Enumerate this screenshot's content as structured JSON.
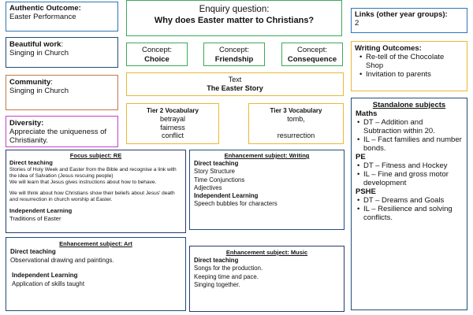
{
  "authentic_outcome": {
    "title": "Authentic Outcome",
    "value": "Easter Performance"
  },
  "enquiry": {
    "label": "Enquiry question:",
    "question": "Why does Easter matter to Christians?"
  },
  "links": {
    "title": "Links (other year groups):",
    "value": "2"
  },
  "beautiful_work": {
    "title": "Beautiful work",
    "value": "Singing in Church"
  },
  "concepts": [
    {
      "label": "Concept:",
      "value": "Choice"
    },
    {
      "label": "Concept:",
      "value": "Friendship"
    },
    {
      "label": "Concept:",
      "value": "Consequence"
    }
  ],
  "writing_outcomes": {
    "title": "Writing Outcomes:",
    "items": [
      "Re-tell of the Chocolate Shop",
      "Invitation to parents"
    ]
  },
  "community": {
    "title": "Community",
    "value": "Singing in Church"
  },
  "text_box": {
    "label": "Text",
    "value": "The Easter Story"
  },
  "diversity": {
    "title": "Diversity:",
    "value": "Appreciate the uniqueness of Christianity."
  },
  "tier2": {
    "title": "Tier 2 Vocabulary",
    "words": [
      "betrayal",
      "fairness",
      "conflict"
    ]
  },
  "tier3": {
    "title": "Tier 3 Vocabulary",
    "words": [
      "tomb,",
      "",
      "resurrection"
    ]
  },
  "standalone": {
    "title": "Standalone subjects",
    "sections": [
      {
        "heading": "Maths",
        "items": [
          "DT – Addition and Subtraction within 20.",
          "IL – Fact families and number bonds."
        ]
      },
      {
        "heading": "PE",
        "items": [
          "DT – Fitness and Hockey",
          "IL – Fine and gross motor development"
        ]
      },
      {
        "heading": "PSHE",
        "items": [
          "DT – Dreams and Goals",
          "IL – Resilience and solving conflicts."
        ]
      }
    ]
  },
  "re": {
    "title": "Focus subject: RE",
    "direct_heading": "Direct teaching",
    "direct_text_1": "Stories of Holy Week and Easter from the Bible and recognise a link with the idea of Salvation (Jesus rescuing people)",
    "direct_text_2": "We will learn that Jesus gives instructions about how to behave.",
    "direct_text_3": "We will think about how Christians show their beliefs about Jesus' death and resurrection in church worship at Easter.",
    "independent_heading": "Independent Learning",
    "independent_text": "Traditions of Easter"
  },
  "writing": {
    "title": "Enhancement subject: Writing",
    "direct_heading": "Direct teaching",
    "items": [
      "Story Structure",
      "Time Conjunctions",
      "Adjectives"
    ],
    "independent_heading": "Independent Learning",
    "independent_text": "Speech bubbles for characters"
  },
  "art": {
    "title": "Enhancement subject: Art",
    "direct_heading": "Direct teaching",
    "direct_text": "Observational drawing and paintings.",
    "independent_heading": "Independent Learning",
    "independent_text": "Application of skills taught"
  },
  "music": {
    "title": "Enhancement subject: Music",
    "direct_heading": "Direct teaching",
    "items": [
      "Songs for the production.",
      "Keeping time and pace.",
      "Singing together."
    ]
  }
}
